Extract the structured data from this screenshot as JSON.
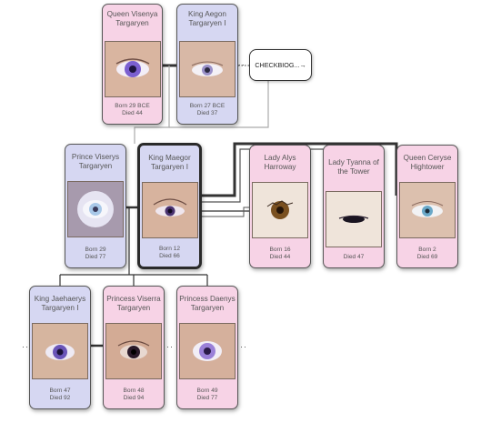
{
  "tree": {
    "people": {
      "visenya": {
        "name": "Queen Visenya Targaryen",
        "dates": [
          "Born 29 BCE",
          "Died 44"
        ],
        "eye": "violet"
      },
      "aegon": {
        "name": "King Aegon Targaryen I",
        "dates": [
          "Born 27 BCE",
          "Died 37"
        ],
        "eye": "pale"
      },
      "viserys": {
        "name": "Prince Viserys Targaryen",
        "dates": [
          "Born 29",
          "Died 77"
        ],
        "eye": "ice"
      },
      "maegor": {
        "name": "King Maegor Targaryen I",
        "dates": [
          "Born 12",
          "Died 66"
        ],
        "eye": "dark-violet"
      },
      "alys": {
        "name": "Lady Alys Harroway",
        "dates": [
          "Born 16",
          "Died 44"
        ],
        "eye": "brown"
      },
      "tyanna": {
        "name": "Lady Tyanna of the Tower",
        "dates": [
          "Died 47"
        ],
        "eye": "black"
      },
      "ceryse": {
        "name": "Queen Ceryse Hightower",
        "dates": [
          "Born 2",
          "Died 69"
        ],
        "eye": "blue"
      },
      "jaehaerys": {
        "name": "King Jaehaerys Targaryen I",
        "dates": [
          "Born 47",
          "Died 92"
        ],
        "eye": "indigo"
      },
      "viserra": {
        "name": "Princess Viserra Targaryen",
        "dates": [
          "Born 48",
          "Died 94"
        ],
        "eye": "black"
      },
      "daenys": {
        "name": "Princess Daenys Targaryen",
        "dates": [
          "Born 49",
          "Died 77"
        ],
        "eye": "violet-light"
      }
    },
    "callout": {
      "label": "CHECKBIOG...→"
    },
    "ellipsis": "··"
  },
  "colors": {
    "pink": "#f7d3e6",
    "blue": "#d6d7f2",
    "skin": "#d9b5a0",
    "line": "#333333"
  }
}
